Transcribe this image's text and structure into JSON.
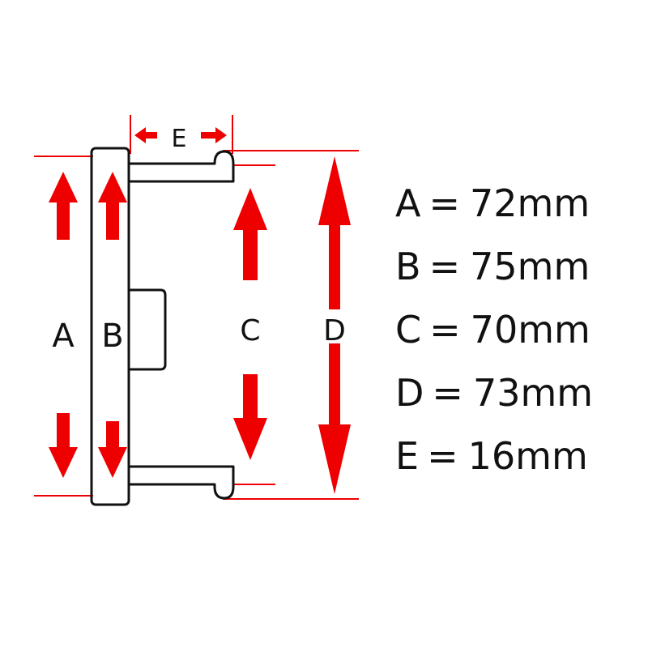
{
  "colors": {
    "arrow": "#ee0000",
    "outline": "#111111",
    "background": "#ffffff"
  },
  "labels": {
    "a": "A",
    "b": "B",
    "c": "C",
    "d": "D",
    "e": "E"
  },
  "legend": [
    {
      "key": "A",
      "eq": "=",
      "value": "72mm"
    },
    {
      "key": "B",
      "eq": "=",
      "value": "75mm"
    },
    {
      "key": "C",
      "eq": "=",
      "value": "70mm"
    },
    {
      "key": "D",
      "eq": "=",
      "value": "73mm"
    },
    {
      "key": "E",
      "eq": "=",
      "value": "16mm"
    }
  ]
}
